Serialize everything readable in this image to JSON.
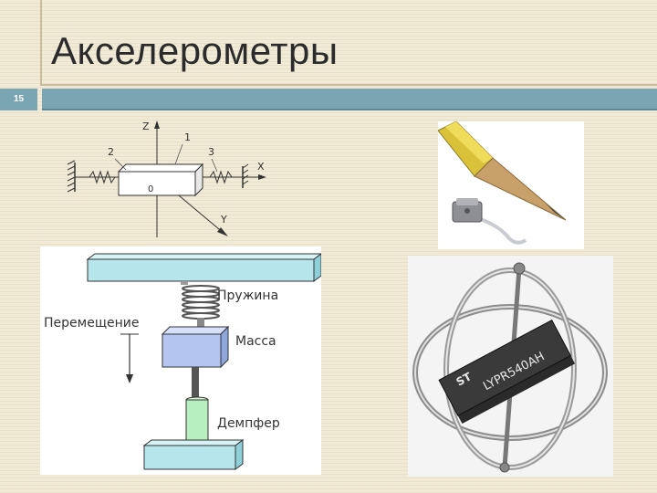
{
  "slide": {
    "title": "Акселерометры",
    "page_number": "15"
  },
  "axes_diagram": {
    "axis_z": "Z",
    "axis_x": "X",
    "axis_y": "Y",
    "origin": "0",
    "label_1": "1",
    "label_2": "2",
    "label_3": "3"
  },
  "spring_diagram": {
    "spring": "Пружина",
    "displacement": "Перемещение",
    "mass": "Масса",
    "damper": "Демпфер"
  },
  "gyro_photo": {
    "chip_brand": "ST",
    "chip_model": "LYPR540AH"
  },
  "colors": {
    "accent_bar": "#7aa5b3",
    "diagram_fill": "#b6e6ec",
    "damper_fill": "#b8efc0",
    "mass_fill": "#b4c6f0"
  }
}
